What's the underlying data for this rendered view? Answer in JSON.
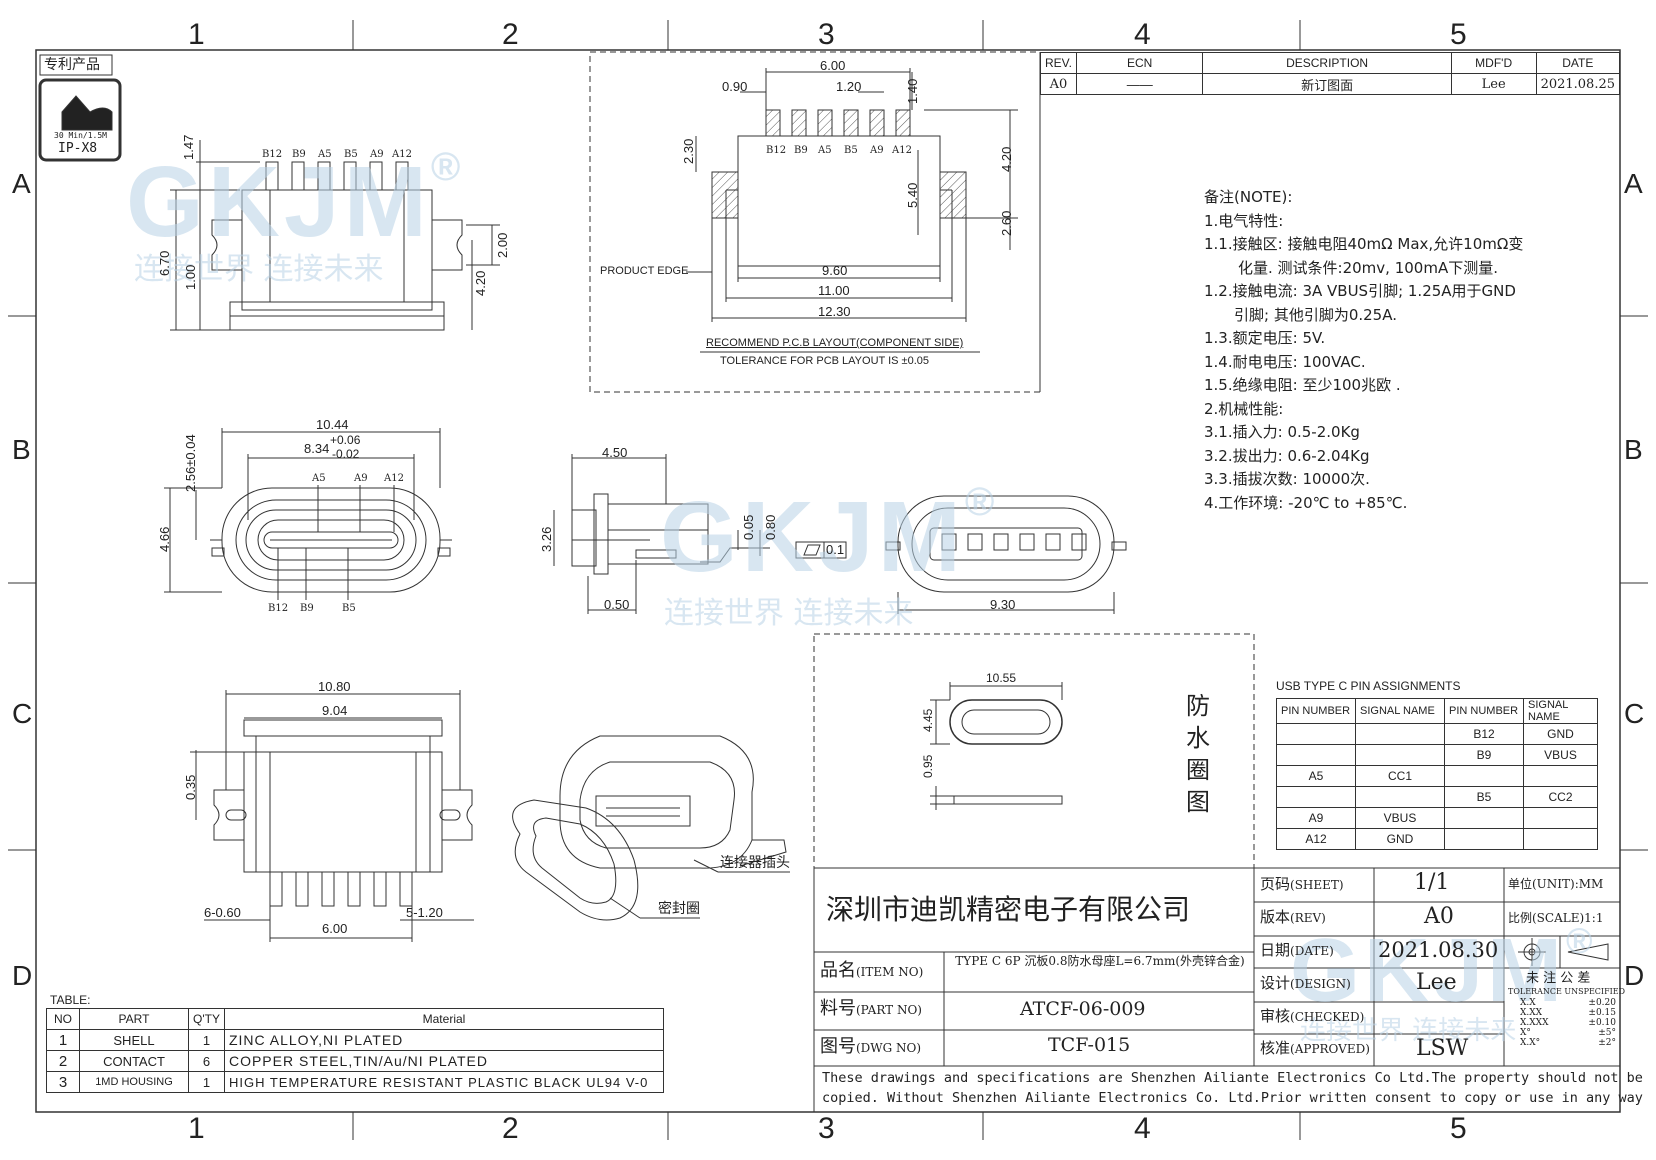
{
  "frame": {
    "col_numbers": [
      "1",
      "2",
      "3",
      "4",
      "5"
    ],
    "row_letters": [
      "A",
      "B",
      "C",
      "D"
    ]
  },
  "badge": {
    "patent": "专利产品",
    "ip_line1": "30 Min/1.5M",
    "ip_line2": "IP-X8"
  },
  "watermark": {
    "brand": "GKJM",
    "registered": "®",
    "slogan": "连接世界  连接未来"
  },
  "revision": {
    "headers": [
      "REV.",
      "ECN",
      "DESCRIPTION",
      "MDF'D",
      "DATE"
    ],
    "row": [
      "A0",
      "——",
      "新订图面",
      "Lee",
      "2021.08.25"
    ]
  },
  "pcb_layout": {
    "pins": [
      "B12",
      "B9",
      "A5",
      "B5",
      "A9",
      "A12"
    ],
    "dims": {
      "w600": "6.00",
      "d090": "0.90",
      "d120": "1.20",
      "d140": "1.40",
      "d230": "2.30",
      "d420": "4.20",
      "d540": "5.40",
      "d260": "2.60",
      "d960": "9.60",
      "d1100": "11.00",
      "d1230": "12.30"
    },
    "product_edge": "PRODUCT EDGE",
    "title": "RECOMMEND P.C.B LAYOUT(COMPONENT SIDE)",
    "tolerance": "TOLERANCE FOR PCB LAYOUT IS ±0.05"
  },
  "top_view": {
    "pins": [
      "B12",
      "B9",
      "A5",
      "B5",
      "A9",
      "A12"
    ],
    "dims": {
      "d147": "1.47",
      "d670": "6.70",
      "d100": "1.00",
      "d200": "2.00",
      "d420": "4.20"
    }
  },
  "front_view": {
    "dims": {
      "d1044": "10.44",
      "d834": "8.34",
      "tol_up": "+0.06",
      "tol_dn": "-0.02",
      "d256": "2.56±0.04",
      "d466": "4.66"
    },
    "top_pins": [
      "A5",
      "A9",
      "A12"
    ],
    "bottom_pins": [
      "B12",
      "B9",
      "B5"
    ]
  },
  "side_view": {
    "dims": {
      "d450": "4.50",
      "d326": "3.26",
      "d005": "0.05",
      "d080": "0.80",
      "d050": "0.50"
    },
    "flatness": "0.1"
  },
  "rear_view": {
    "dims": {
      "d930": "9.30"
    }
  },
  "bottom_view": {
    "dims": {
      "d1080": "10.80",
      "d904": "9.04",
      "d035": "0.35",
      "d600": "6.00",
      "left": "6-0.60",
      "right": "5-1.20"
    }
  },
  "iso": {
    "connector_label": "连接器插头",
    "seal_label": "密封圈"
  },
  "seal_box": {
    "dims": {
      "d1055": "10.55",
      "d445": "4.45",
      "d095": "0.95"
    },
    "chars": [
      "防",
      "水",
      "圈",
      "图"
    ]
  },
  "notes": {
    "lines": [
      "备注(NOTE):",
      "1.电气特性:",
      "1.1.接触区: 接触电阻40mΩ Max,允许10mΩ变",
      "化量. 测试条件:20mv, 100mA下测量.",
      "1.2.接触电流: 3A VBUS引脚; 1.25A用于GND",
      "引脚; 其他引脚为0.25A.",
      "1.3.额定电压: 5V.",
      "1.4.耐电电压: 100VAC.",
      "1.5.绝缘电阻: 至少100兆欧 .",
      "2.机械性能:",
      "3.1.插入力: 0.5-2.0Kg",
      "3.2.拔出力: 0.6-2.04Kg",
      "3.3.插拔次数: 10000次.",
      "4.工作环境: -20℃ to +85℃."
    ]
  },
  "pin_table": {
    "title": "USB TYPE C PIN ASSIGNMENTS",
    "headers": [
      "PIN NUMBER",
      "SIGNAL NAME",
      "PIN NUMBER",
      "SIGNAL NAME"
    ],
    "rows": [
      [
        "",
        "",
        "B12",
        "GND"
      ],
      [
        "",
        "",
        "B9",
        "VBUS"
      ],
      [
        "A5",
        "CC1",
        "",
        ""
      ],
      [
        "",
        "",
        "B5",
        "CC2"
      ],
      [
        "A9",
        "VBUS",
        "",
        ""
      ],
      [
        "A12",
        "GND",
        "",
        ""
      ]
    ]
  },
  "bom": {
    "label": "TABLE:",
    "headers": [
      "NO",
      "PART",
      "Q'TY",
      "Material"
    ],
    "rows": [
      [
        "1",
        "SHELL",
        "1",
        "ZINC ALLOY,NI PLATED"
      ],
      [
        "2",
        "CONTACT",
        "6",
        "COPPER STEEL,TIN/Au/NI PLATED"
      ],
      [
        "3",
        "1MD HOUSING",
        "1",
        "HIGH TEMPERATURE RESISTANT PLASTIC BLACK UL94 V-0"
      ]
    ]
  },
  "title_block": {
    "company": "深圳市迪凯精密电子有限公司",
    "item_label": "品名",
    "item_label_en": "(ITEM NO)",
    "item_value": "TYPE C 6P 沉板0.8防水母座L=6.7mm(外壳锌合金)",
    "part_label": "料号",
    "part_label_en": "(PART NO)",
    "part_value": "ATCF-06-009",
    "dwg_label": "图号",
    "dwg_label_en": "(DWG NO)",
    "dwg_value": "TCF-015",
    "sheet_label": "页码",
    "sheet_label_en": "(SHEET)",
    "sheet_value": "1/1",
    "rev_label": "版本",
    "rev_label_en": "(REV)",
    "rev_value": "A0",
    "date_label": "日期",
    "date_label_en": "(DATE)",
    "date_value": "2021.08.30",
    "design_label": "设计",
    "design_label_en": "(DESIGN)",
    "design_value": "Lee",
    "checked_label": "审核",
    "checked_label_en": "(CHECKED)",
    "checked_value": "",
    "approved_label": "核准",
    "approved_label_en": "(APPROVED)",
    "approved_value": "LSW",
    "unit": "单位(UNIT):MM",
    "scale": "比例(SCALE)1:1",
    "tol_title": "未 注 公 差",
    "tol_sub": "TOLERANCE UNSPECIFIED",
    "tolerances": [
      [
        "X.X",
        "±0.20"
      ],
      [
        "X.XX",
        "±0.15"
      ],
      [
        "X.XXX",
        "±0.10"
      ],
      [
        "X°",
        "±5°"
      ],
      [
        "X.X°",
        "±2°"
      ]
    ],
    "disclaimer1": "These drawings and specifications are Shenzhen Ailiante Electronics Co Ltd.The property should not be",
    "disclaimer2": "copied. Without Shenzhen Ailiante Electronics Co. Ltd.Prior written consent to copy or use in any way"
  }
}
